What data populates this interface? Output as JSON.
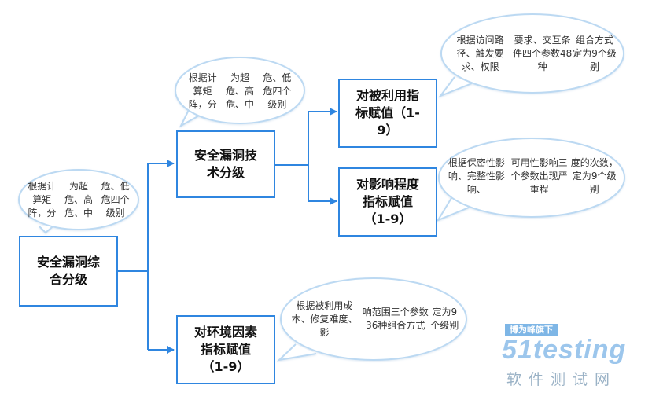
{
  "nodes": {
    "root": {
      "lines": [
        "安全漏洞综",
        "合分级"
      ]
    },
    "tech": {
      "lines": [
        "安全漏洞技",
        "术分级"
      ]
    },
    "exploit": {
      "lines": [
        "对被利用指",
        "标赋值（1-",
        "9）"
      ]
    },
    "impact": {
      "lines": [
        "对影响程度",
        "指标赋值",
        "（1-9）"
      ]
    },
    "env": {
      "lines": [
        "对环境因素",
        "指标赋值",
        "（1-9）"
      ]
    }
  },
  "bubbles": {
    "root_note": {
      "lines": [
        "根据计算矩阵，分",
        "为超危、高危、中",
        "危、低危四个级别"
      ]
    },
    "tech_note": {
      "lines": [
        "根据计算矩阵，分",
        "为超危、高危、中",
        "危、低危四个级别"
      ]
    },
    "exploit_note": {
      "lines": [
        "根据访问路径、触发要求、权限",
        "要求、交互条件四个参数48种",
        "组合方式定为9个级别"
      ]
    },
    "impact_note": {
      "lines": [
        "根据保密性影响、完整性影响、",
        "可用性影响三个参数出现严重程",
        "度的次数，定为9个级别"
      ]
    },
    "env_note": {
      "lines": [
        "根据被利用成本、修复难度、影",
        "响范围三个参数36种组合方式",
        "定为9个级别"
      ]
    }
  },
  "watermark": {
    "badge": "博为峰旗下",
    "logo": "51testing",
    "subtitle": "软件测试网"
  },
  "colors": {
    "node_border": "#2f86e0",
    "connector": "#2f86e0",
    "bubble_border": "#bcd9f2"
  }
}
